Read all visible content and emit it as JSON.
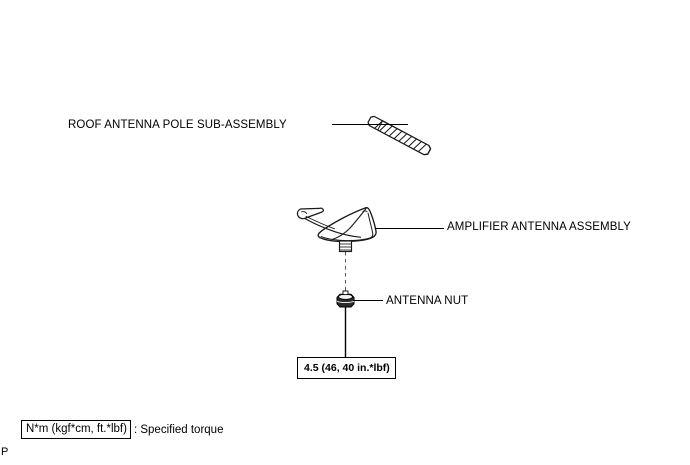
{
  "page": {
    "background_color": "#ffffff",
    "line_color": "#000000",
    "corner_mark": "P"
  },
  "labels": {
    "roof_antenna_pole": "ROOF ANTENNA POLE SUB-ASSEMBLY",
    "amplifier_antenna": "AMPLIFIER ANTENNA ASSEMBLY",
    "antenna_nut": "ANTENNA NUT"
  },
  "torque": {
    "callout": "4.5 (46, 40 in.*lbf)"
  },
  "legend": {
    "units": "N*m (kgf*cm, ft.*lbf)",
    "description": ": Specified torque"
  },
  "parts": [
    {
      "name": "roof-antenna-pole-sub-assembly",
      "label": "ROOF ANTENNA POLE SUB-ASSEMBLY",
      "shape": "threaded-rod-diagonal"
    },
    {
      "name": "amplifier-antenna-assembly",
      "label": "AMPLIFIER ANTENNA ASSEMBLY",
      "shape": "shark-fin-base"
    },
    {
      "name": "antenna-nut",
      "label": "ANTENNA NUT",
      "shape": "hex-nut",
      "torque": "4.5 (46, 40 in.*lbf)"
    }
  ]
}
